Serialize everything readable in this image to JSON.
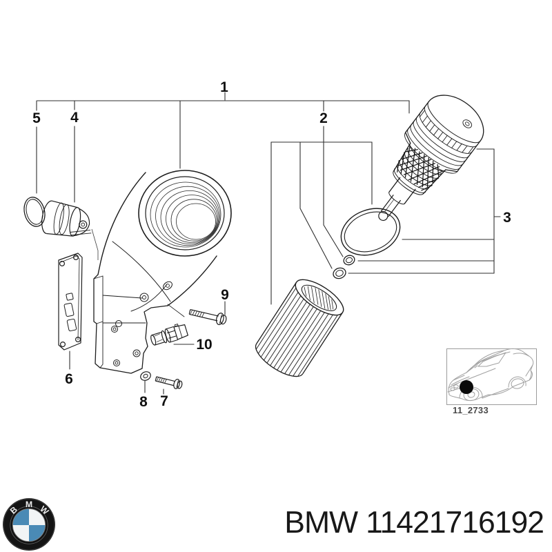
{
  "diagram": {
    "callouts": [
      {
        "label": "1"
      },
      {
        "label": "2"
      },
      {
        "label": "3"
      },
      {
        "label": "4"
      },
      {
        "label": "5"
      },
      {
        "label": "6"
      },
      {
        "label": "7"
      },
      {
        "label": "8"
      },
      {
        "label": "9"
      },
      {
        "label": "10"
      }
    ],
    "thumbnail_caption": "11_2733"
  },
  "footer": {
    "brand": "BMW",
    "part_number": "11421716192"
  },
  "logo": {
    "letters": [
      "B",
      "M",
      "W"
    ],
    "colors": {
      "ring": "#141414",
      "blue": "#4a8ab5",
      "white": "#f2f4f5"
    }
  },
  "colors": {
    "ink": "#1c1c1c",
    "leader_line": "#2e2e2e",
    "thumbnail_line": "#a0a0a0",
    "caption_text": "#4a4a4a",
    "footer_text": "#181818"
  }
}
